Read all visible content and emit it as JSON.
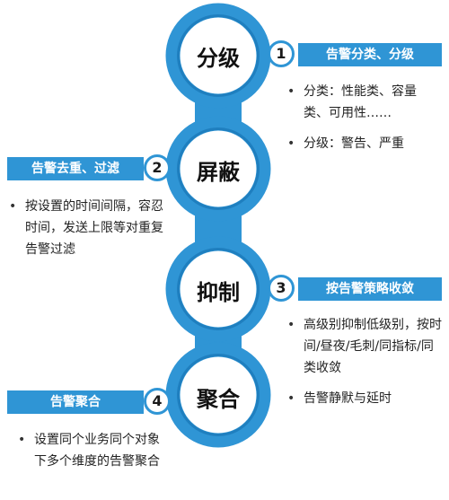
{
  "steps": [
    {
      "title": "分级",
      "number": "1",
      "banner": "告警分类、分级",
      "bullets": [
        "分类：性能类、容量类、可用性……",
        "分级：警告、严重"
      ]
    },
    {
      "title": "屏蔽",
      "number": "2",
      "banner": "告警去重、过滤",
      "bullets": [
        "按设置的时间间隔，容忍时间，发送上限等对重复告警过滤"
      ]
    },
    {
      "title": "抑制",
      "number": "3",
      "banner": "按告警策略收敛",
      "bullets": [
        "高级别抑制低级别，按时间/昼夜/毛刺/同指标/同类收敛",
        "告警静默与延时"
      ]
    },
    {
      "title": "聚合",
      "number": "4",
      "banner": "告警聚合",
      "bullets": [
        "设置同个业务同个对象下多个维度的告警聚合"
      ]
    }
  ],
  "colors": {
    "ring": "#2f95d5",
    "ring_dark": "#1f7fbf",
    "banner": "#2f95d5"
  }
}
